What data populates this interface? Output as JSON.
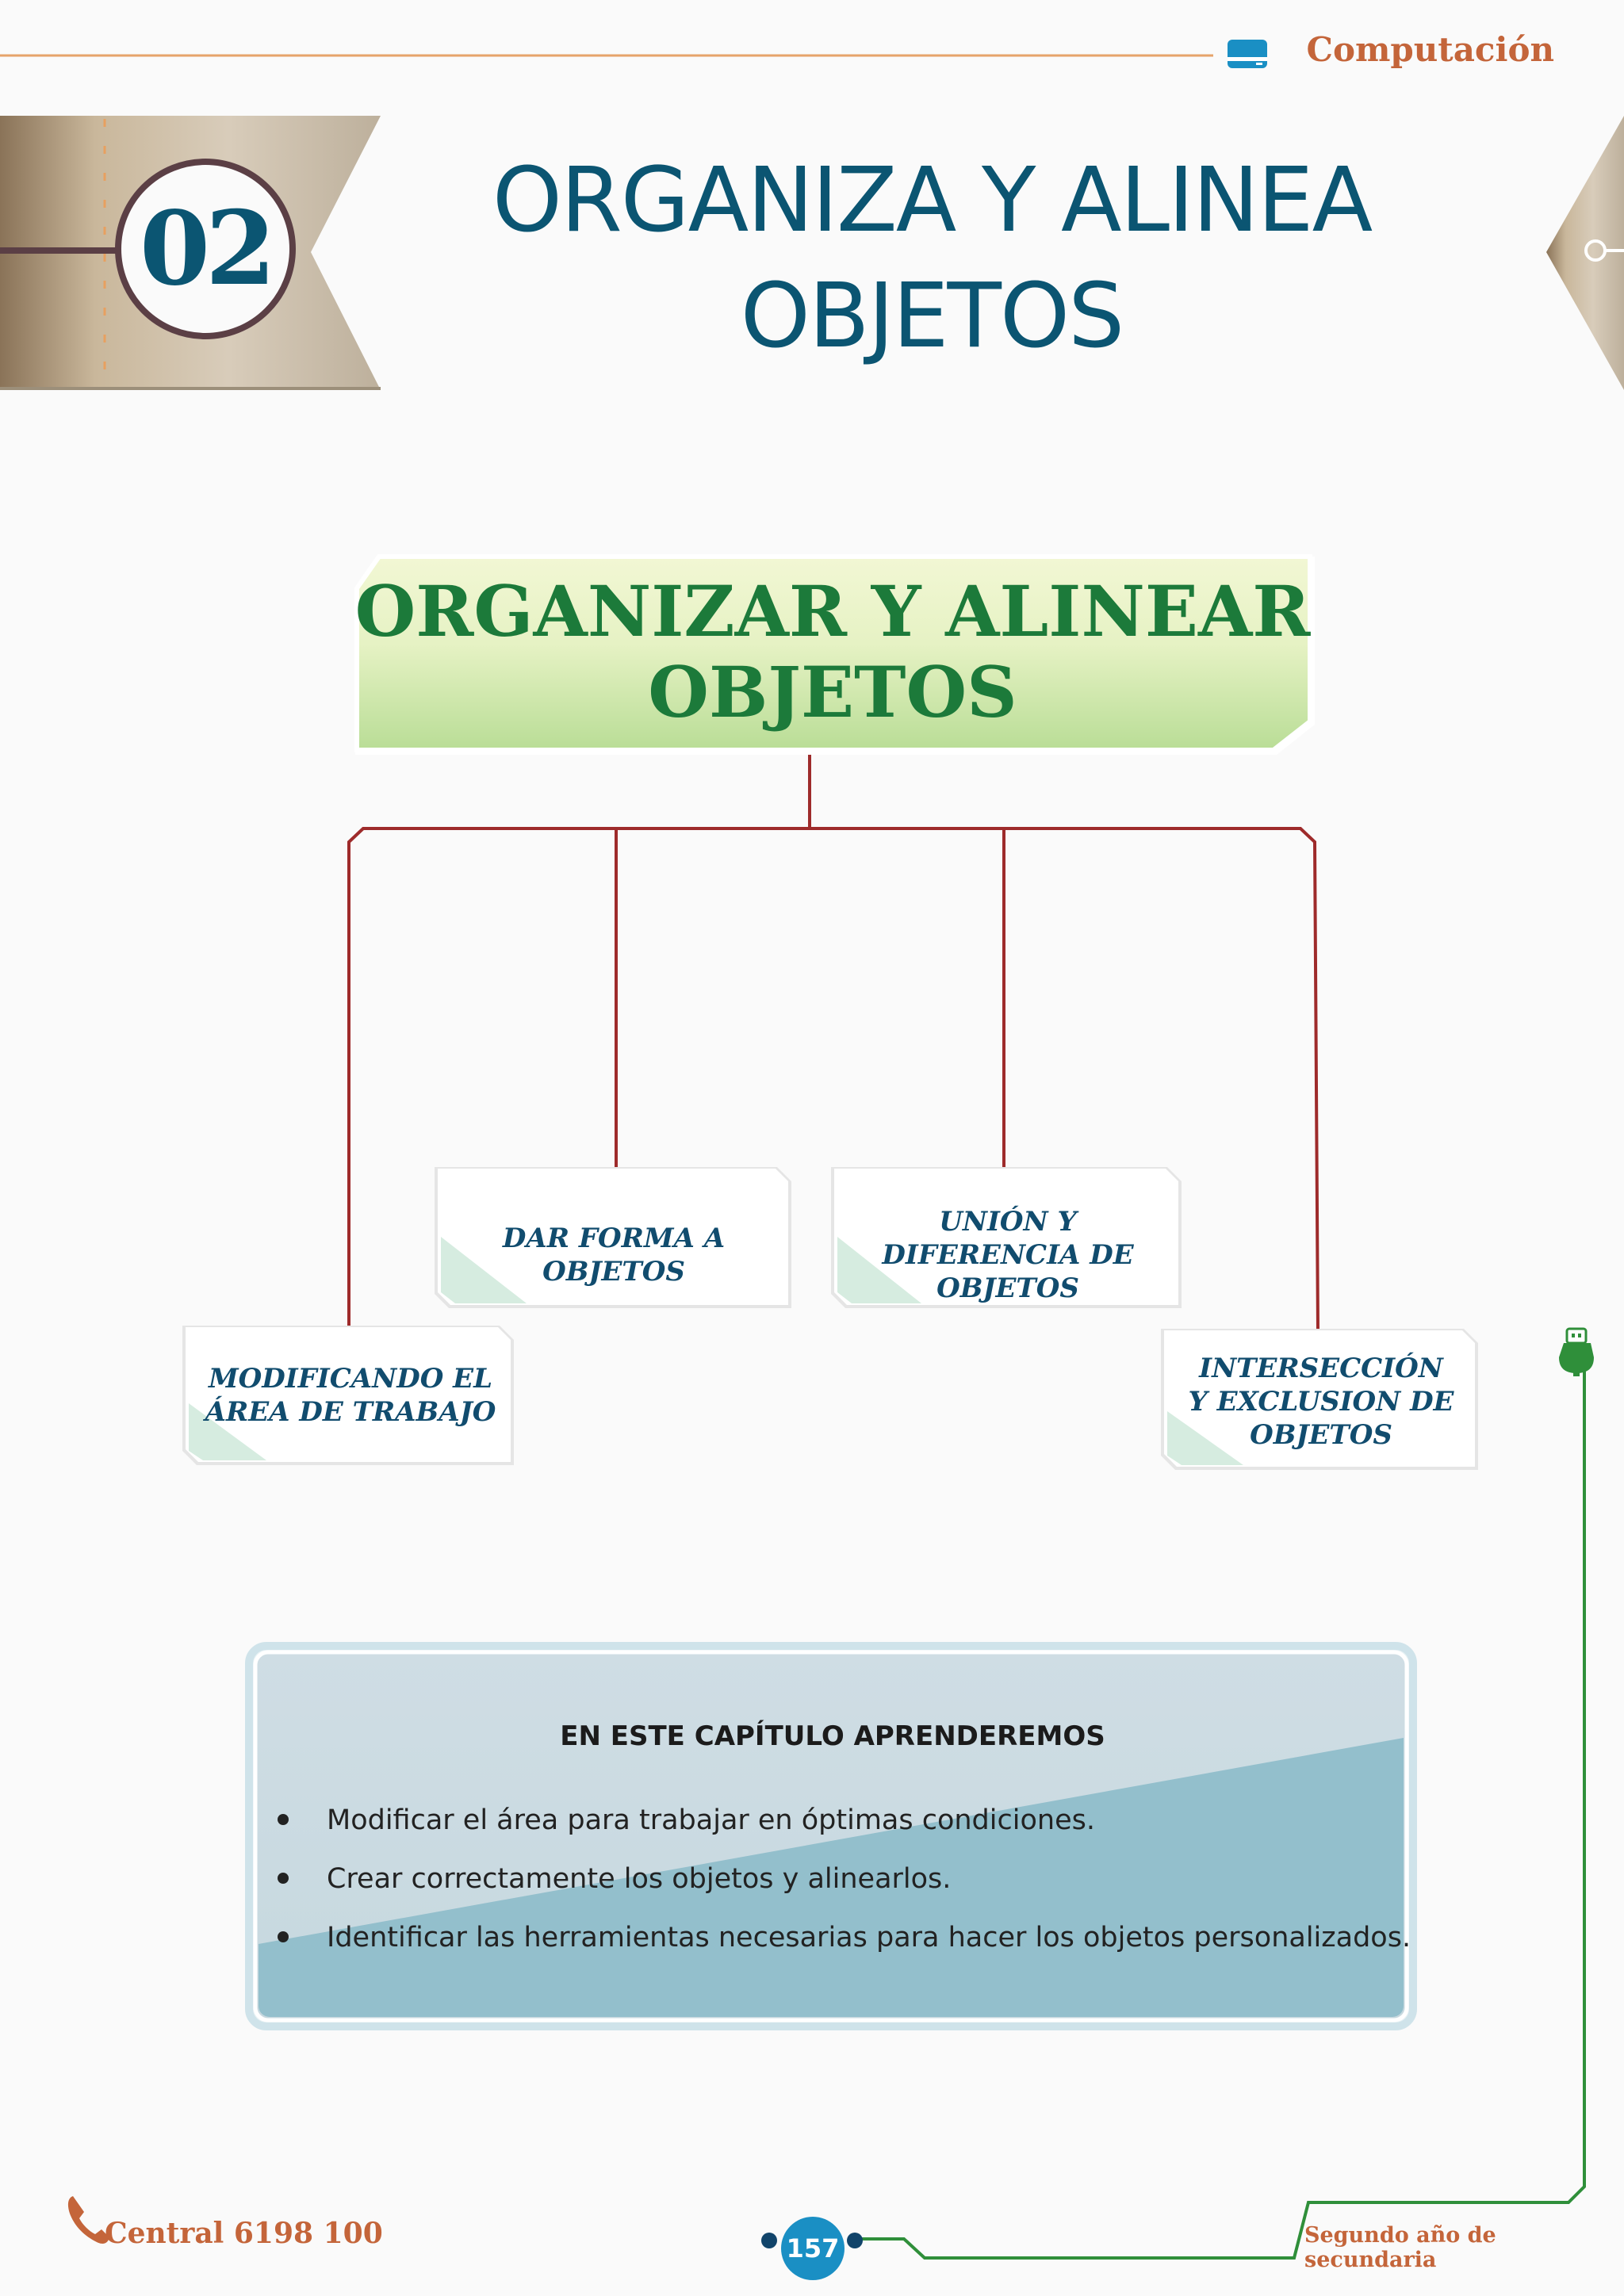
{
  "header": {
    "subject": "Computación",
    "icon": "disk-drive-icon"
  },
  "chapter": {
    "number": "02",
    "title_line1": "ORGANIZA Y ALINEA",
    "title_line2": "OBJETOS"
  },
  "concept_map": {
    "main_line1": "ORGANIZAR Y ALINEAR",
    "main_line2": "OBJETOS",
    "items": [
      {
        "line1": "MODIFICANDO EL",
        "line2": "ÁREA DE TRABAJO"
      },
      {
        "line1": "DAR FORMA A OBJETOS"
      },
      {
        "line1": "UNIÓN Y DIFERENCIA DE",
        "line2": "OBJETOS"
      },
      {
        "line1": "INTERSECCIÓN",
        "line2": "Y EXCLUSION DE",
        "line3": "OBJETOS"
      }
    ],
    "colors": {
      "connector": "#9e2b2b",
      "main_text": "#1c7a3a",
      "item_text": "#114c6e"
    }
  },
  "learn_box": {
    "heading": "EN ESTE CAPÍTULO APRENDEREMOS",
    "bullets": [
      "Modificar el área para trabajar en óptimas condiciones.",
      "Crear correctamente los objetos y alinearlos.",
      "Identificar las herramientas necesarias para hacer los objetos personalizados."
    ]
  },
  "footer": {
    "phone_icon": "phone-icon",
    "phone": "Central 6198 100",
    "page_number": "157",
    "grade": "Segundo año de secundaria",
    "usb_icon": "usb-icon"
  },
  "colors": {
    "accent_orange": "#c4653a",
    "title_blue": "#0b5572",
    "page_blue": "#1a8fc4",
    "circuit_green": "#2f8f3a"
  }
}
